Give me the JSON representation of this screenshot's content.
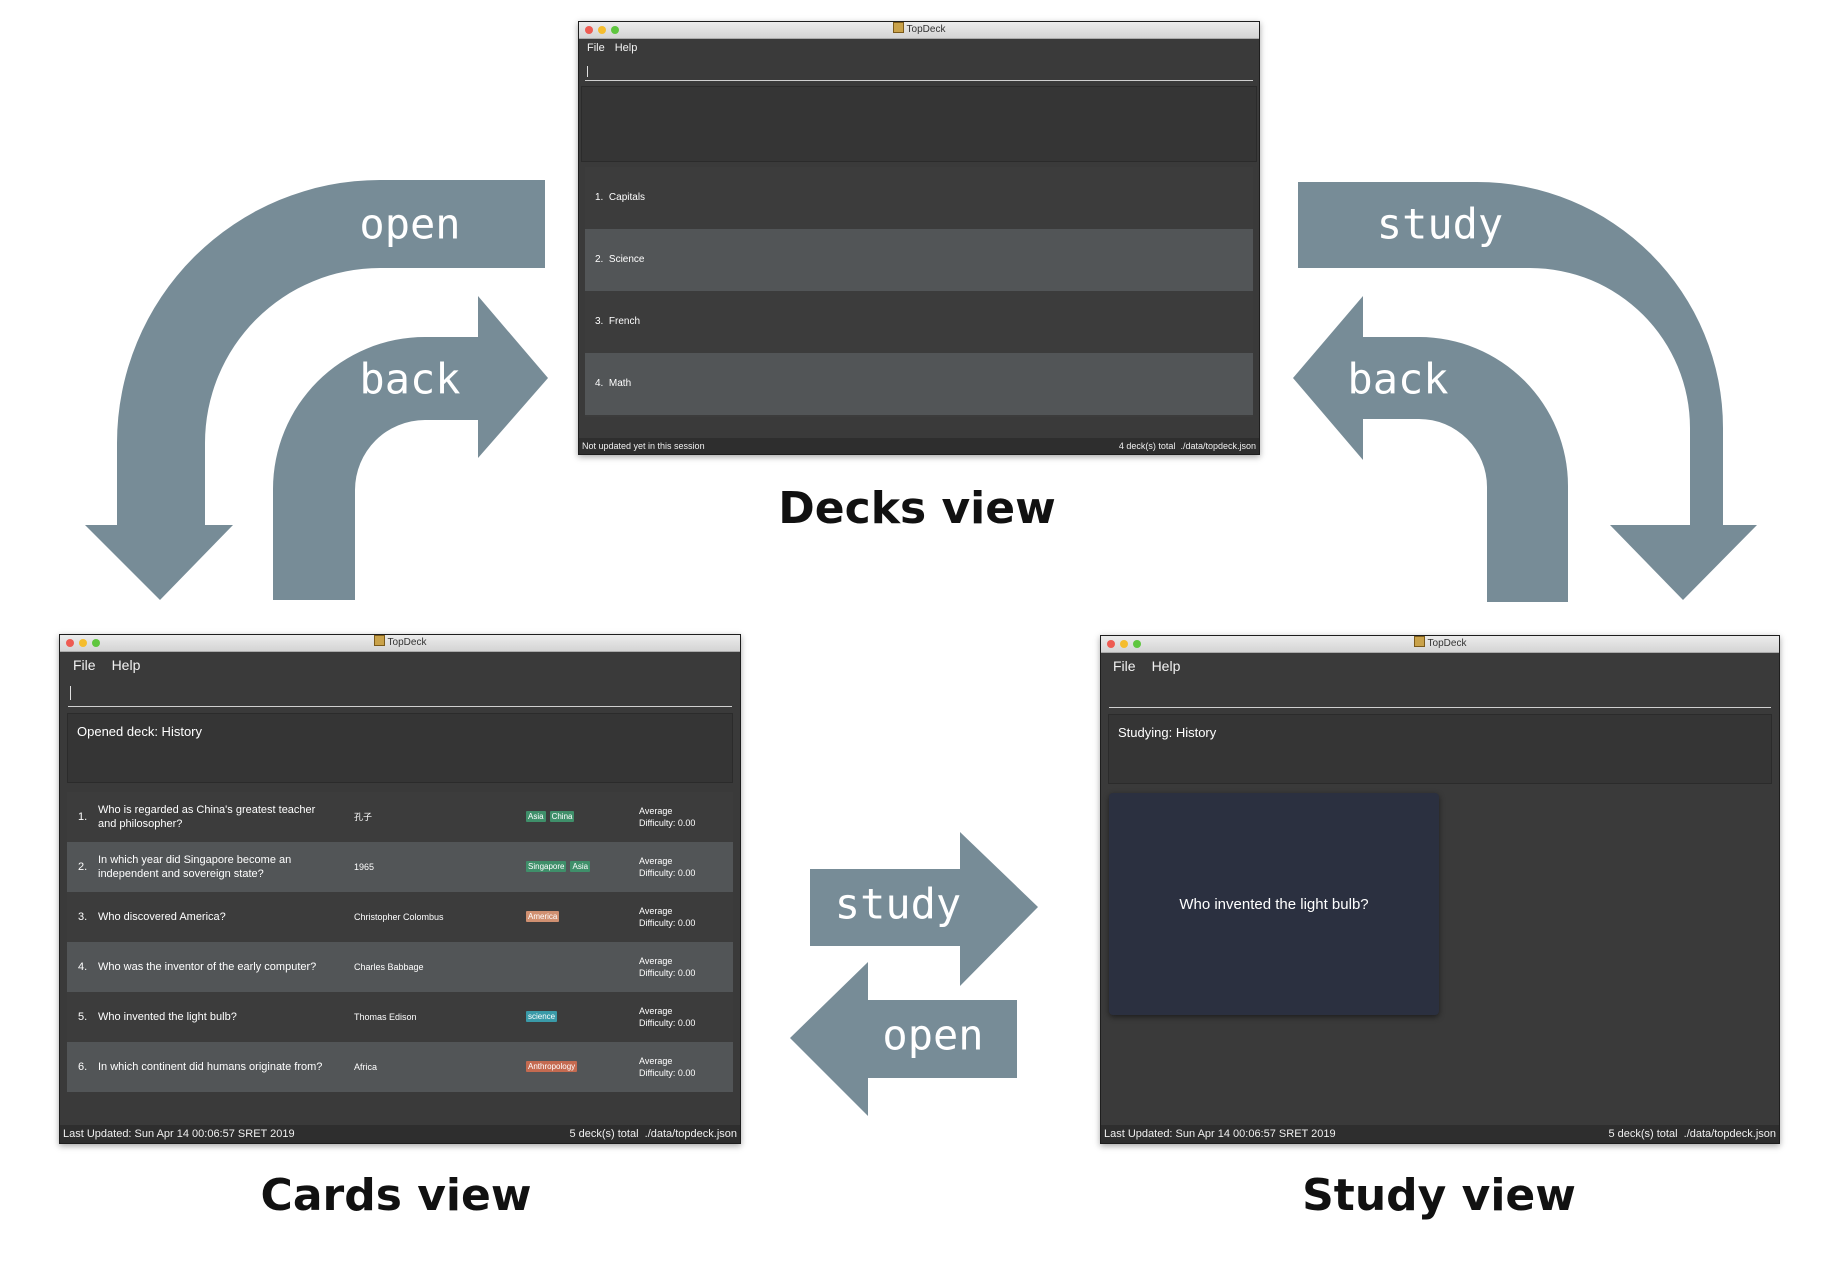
{
  "colors": {
    "arrow": "#778c97",
    "background": "#ffffff",
    "window_bg": "#3a3a3a"
  },
  "arrows": {
    "open_top_left": "open",
    "back_top_left": "back",
    "study_top_right": "study",
    "back_top_right": "back",
    "study_middle": "study",
    "open_middle": "open"
  },
  "labels": {
    "decks_view": "Decks view",
    "cards_view": "Cards view",
    "study_view": "Study view"
  },
  "decks_window": {
    "title": "TopDeck",
    "menu": [
      "File",
      "Help"
    ],
    "decks": [
      {
        "index": "1.",
        "name": "Capitals"
      },
      {
        "index": "2.",
        "name": "Science"
      },
      {
        "index": "3.",
        "name": "French"
      },
      {
        "index": "4.",
        "name": "Math"
      }
    ],
    "status_left": "Not updated yet in this session",
    "status_count": "4 deck(s) total",
    "status_path": "./data/topdeck.json"
  },
  "cards_window": {
    "title": "TopDeck",
    "menu": [
      "File",
      "Help"
    ],
    "result": "Opened deck: History",
    "cards": [
      {
        "index": "1.",
        "question": "Who is regarded as China's greatest teacher and philosopher?",
        "answer": "孔子",
        "tags": [
          {
            "label": "Asia",
            "icon": "t-asia"
          },
          {
            "label": "China",
            "icon": "t-china"
          }
        ],
        "difficulty_label": "Average",
        "difficulty": "Difficulty: 0.00"
      },
      {
        "index": "2.",
        "question": "In which year did Singapore become an independent and sovereign state?",
        "answer": "1965",
        "tags": [
          {
            "label": "Singapore",
            "icon": "t-singapore"
          },
          {
            "label": "Asia",
            "icon": "t-asia"
          }
        ],
        "difficulty_label": "Average",
        "difficulty": "Difficulty: 0.00"
      },
      {
        "index": "3.",
        "question": "Who discovered America?",
        "answer": "Christopher Colombus",
        "tags": [
          {
            "label": "America",
            "icon": "t-america"
          }
        ],
        "difficulty_label": "Average",
        "difficulty": "Difficulty: 0.00"
      },
      {
        "index": "4.",
        "question": "Who was the inventor of the early computer?",
        "answer": "Charles Babbage",
        "tags": [],
        "difficulty_label": "Average",
        "difficulty": "Difficulty: 0.00"
      },
      {
        "index": "5.",
        "question": "Who invented the light bulb?",
        "answer": "Thomas Edison",
        "tags": [
          {
            "label": "science",
            "icon": "t-science"
          }
        ],
        "difficulty_label": "Average",
        "difficulty": "Difficulty: 0.00"
      },
      {
        "index": "6.",
        "question": "In which continent did humans originate from?",
        "answer": "Africa",
        "tags": [
          {
            "label": "Anthropology",
            "icon": "t-anthropology"
          }
        ],
        "difficulty_label": "Average",
        "difficulty": "Difficulty: 0.00"
      }
    ],
    "status_left": "Last Updated: Sun Apr 14 00:06:57 SRET 2019",
    "status_count": "5 deck(s) total",
    "status_path": "./data/topdeck.json"
  },
  "study_window": {
    "title": "TopDeck",
    "menu": [
      "File",
      "Help"
    ],
    "result": "Studying: History",
    "card_question": "Who invented the light bulb?",
    "status_left": "Last Updated: Sun Apr 14 00:06:57 SRET 2019",
    "status_count": "5 deck(s) total",
    "status_path": "./data/topdeck.json"
  }
}
